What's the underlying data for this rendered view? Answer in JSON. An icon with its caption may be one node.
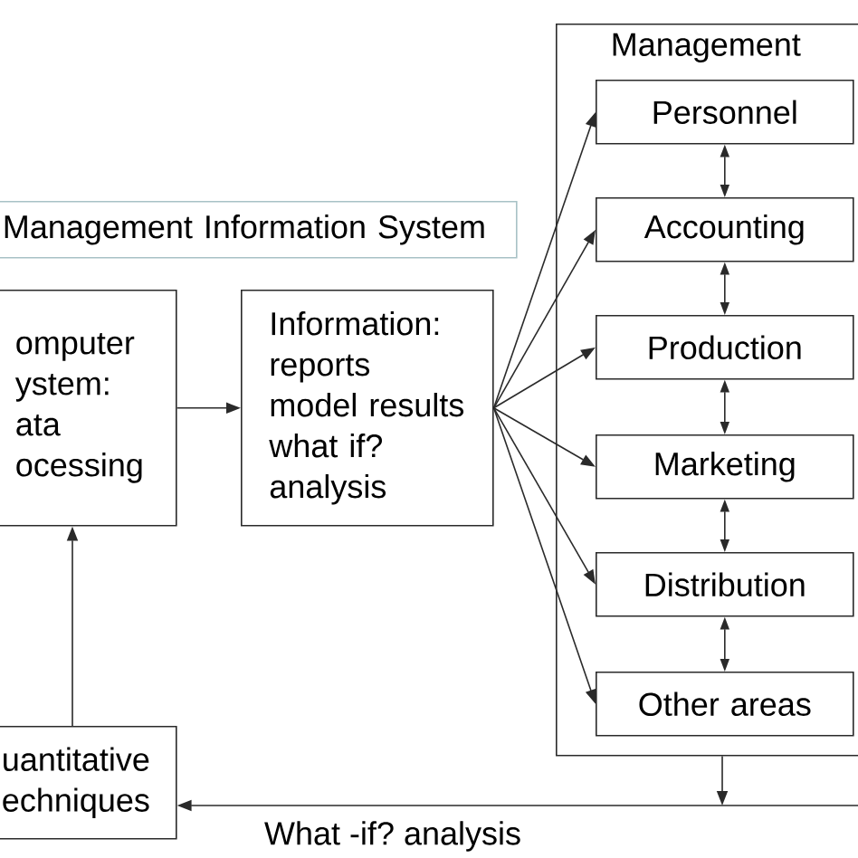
{
  "diagram": {
    "nodes": [
      {
        "text": [
          "Management Information System"
        ]
      },
      {
        "text": [
          "omputer ystem: ata ocessing"
        ]
      },
      {
        "text": [
          "Information: reports model results what if? analysis"
        ]
      },
      {
        "text": [
          "Management"
        ]
      },
      {
        "text": [
          "Personnel"
        ],
        "in": 3
      },
      {
        "text": [
          "Accounting"
        ],
        "in": 3
      },
      {
        "text": [
          "Production"
        ],
        "in": 3
      },
      {
        "text": [
          "Marketing"
        ],
        "in": 3
      },
      {
        "text": [
          "Distribution"
        ],
        "in": 3
      },
      {
        "text": [
          "Other areas"
        ],
        "in": 3
      },
      {
        "text": [
          "uantitative echniques"
        ]
      }
    ],
    "edges": [
      {
        "from": 1,
        "to": 2,
        "arrow": "to"
      },
      {
        "from": 2,
        "to": 4,
        "arrow": "to"
      },
      {
        "from": 2,
        "to": 5,
        "arrow": "to"
      },
      {
        "from": 2,
        "to": 6,
        "arrow": "to"
      },
      {
        "from": 2,
        "to": 7,
        "arrow": "to"
      },
      {
        "from": 2,
        "to": 8,
        "arrow": "to"
      },
      {
        "from": 2,
        "to": 9,
        "arrow": "to"
      },
      {
        "from": 4,
        "to": 5,
        "arrow": "both"
      },
      {
        "from": 5,
        "to": 6,
        "arrow": "both"
      },
      {
        "from": 6,
        "to": 7,
        "arrow": "both"
      },
      {
        "from": 7,
        "to": 8,
        "arrow": "both"
      },
      {
        "from": 8,
        "to": 9,
        "arrow": "both"
      },
      {
        "from": 10,
        "to": 1,
        "arrow": "to"
      },
      {
        "from": 3,
        "to": null,
        "arrow": "to"
      },
      {
        "from": null,
        "to": 10,
        "arrow": "to",
        "label": "What -if? analysis"
      }
    ]
  }
}
